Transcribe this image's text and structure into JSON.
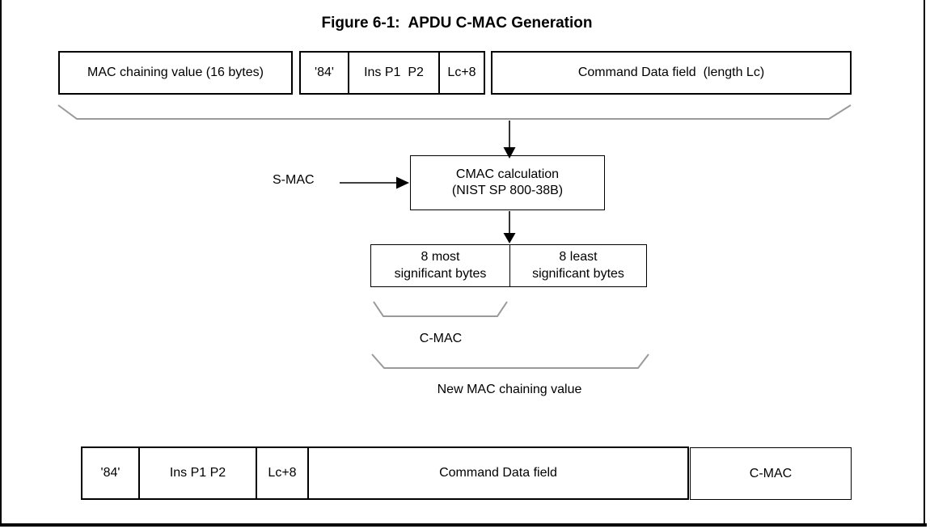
{
  "colors": {
    "brace": "#9a9a9a",
    "line": "#000000"
  },
  "figure": {
    "title": "Figure 6-1:  APDU C-MAC Generation",
    "input_row": {
      "mac_chaining": "MAC chaining value (16 bytes)",
      "cla": "'84'",
      "ins": "Ins P1  P2",
      "lc": "Lc+8",
      "data_field": "Command Data field  (length Lc)"
    },
    "smac_label": "S-MAC",
    "cmac_calc": {
      "line1": "CMAC calculation",
      "line2": "(NIST SP 800-38B)"
    },
    "result": {
      "msb": {
        "line1": "8 most",
        "line2": "significant bytes"
      },
      "lsb": {
        "line1": "8 least",
        "line2": "significant bytes"
      }
    },
    "cmac_label": "C-MAC",
    "new_mac_label": "New MAC chaining value",
    "output_row": {
      "cla": "'84'",
      "ins": "Ins P1 P2",
      "lc": "Lc+8",
      "data_field": "Command Data field",
      "cmac": "C-MAC"
    }
  }
}
